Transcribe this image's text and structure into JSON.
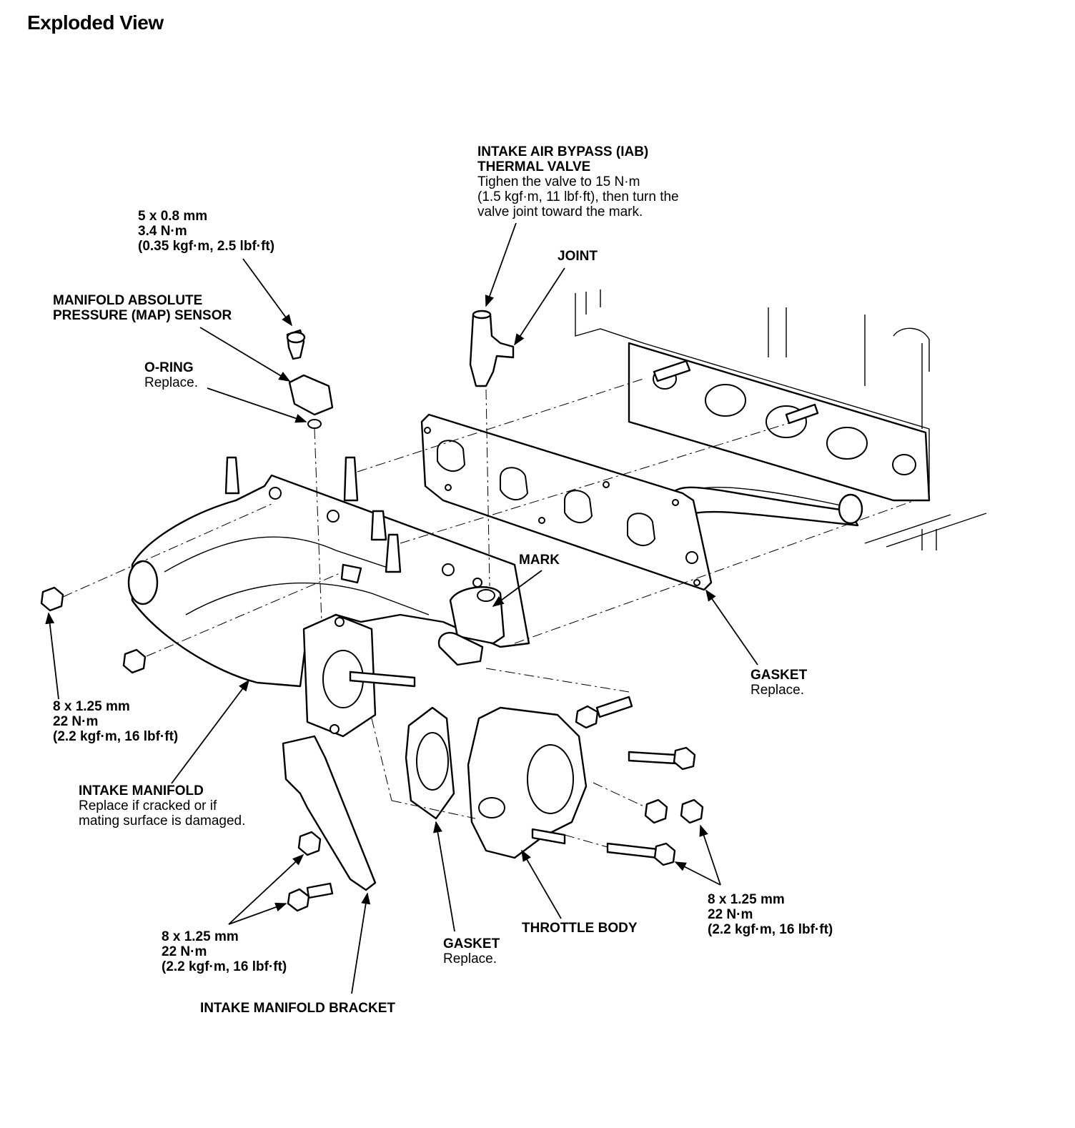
{
  "title": "Exploded View",
  "callouts": {
    "map_bolt": {
      "lines": [
        "5 x 0.8 mm",
        "3.4 N·m",
        "(0.35 kgf·m, 2.5 lbf·ft)"
      ]
    },
    "map_sensor": {
      "lines": [
        "MANIFOLD ABSOLUTE",
        "PRESSURE (MAP) SENSOR"
      ]
    },
    "o_ring": {
      "label": "O-RING",
      "note": "Replace."
    },
    "iab_valve": {
      "lines": [
        "INTAKE AIR BYPASS (IAB)",
        "THERMAL VALVE"
      ],
      "note": [
        "Tighen the valve to 15 N·m",
        "(1.5 kgf·m, 11 lbf·ft), then turn the",
        "valve joint toward the mark."
      ]
    },
    "joint": {
      "label": "JOINT"
    },
    "mark": {
      "label": "MARK"
    },
    "gasket_head": {
      "label": "GASKET",
      "note": "Replace."
    },
    "nut_left": {
      "lines": [
        "8 x 1.25 mm",
        "22 N·m",
        "(2.2 kgf·m, 16 lbf·ft)"
      ]
    },
    "intake_manifold": {
      "label": "INTAKE MANIFOLD",
      "note": [
        "Replace if cracked or if",
        "mating surface is damaged."
      ]
    },
    "bracket_bolts": {
      "lines": [
        "8 x 1.25 mm",
        "22 N·m",
        "(2.2 kgf·m, 16 lbf·ft)"
      ]
    },
    "bracket": {
      "label": "INTAKE MANIFOLD BRACKET"
    },
    "gasket_tb": {
      "label": "GASKET",
      "note": "Replace."
    },
    "throttle_body": {
      "label": "THROTTLE BODY"
    },
    "tb_bolts": {
      "lines": [
        "8 x 1.25 mm",
        "22 N·m",
        "(2.2 kgf·m, 16 lbf·ft)"
      ]
    }
  }
}
